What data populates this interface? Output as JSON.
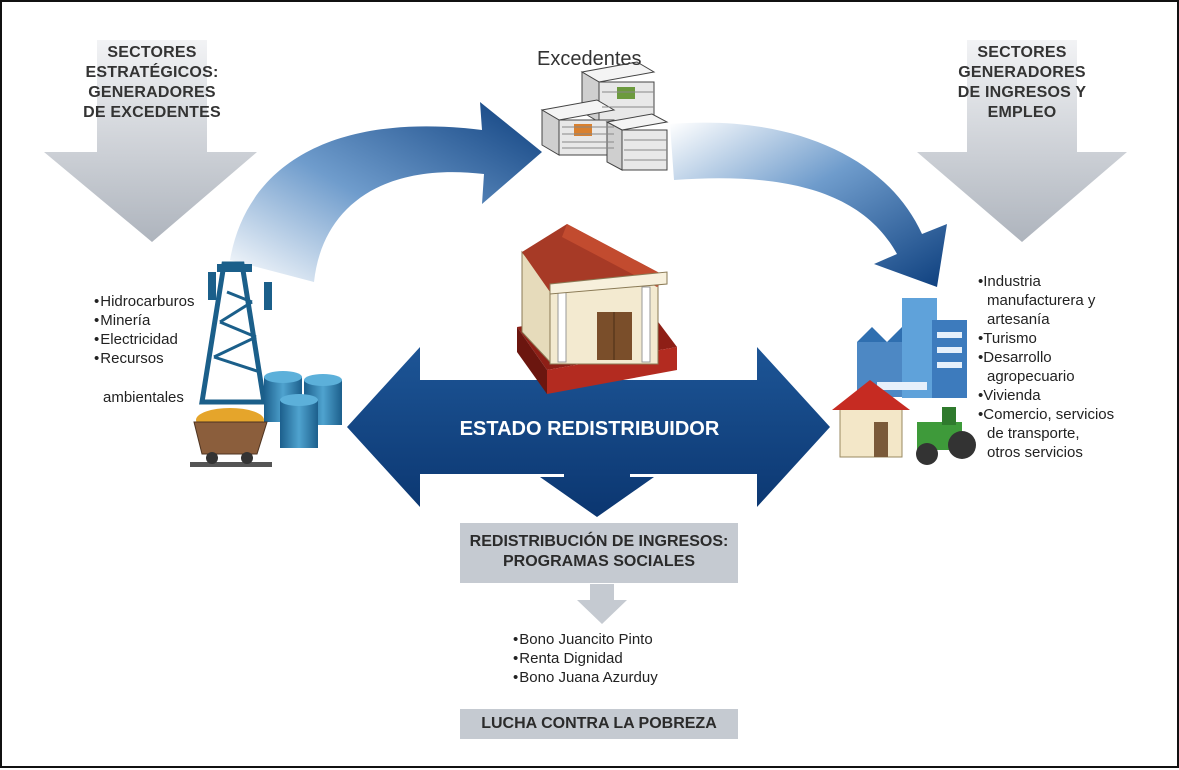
{
  "left_heading": [
    "SECTORES",
    "ESTRATÉGICOS:",
    "GENERADORES",
    "DE EXCEDENTES"
  ],
  "right_heading": [
    "SECTORES",
    "GENERADORES",
    "DE INGRESOS Y",
    "EMPLEO"
  ],
  "top_label": "Excedentes",
  "left_list": [
    "Hidrocarburos",
    "Minería",
    "Electricidad",
    "Recursos",
    "ambientales"
  ],
  "right_list": {
    "industria_1": "Industria",
    "industria_2": "manufacturera y",
    "industria_3": "artesanía",
    "turismo": "Turismo",
    "desarrollo_1": "Desarrollo",
    "desarrollo_2": "agropecuario",
    "vivienda": "Vivienda",
    "comercio_1": "Comercio, servicios",
    "comercio_2": "de transporte,",
    "comercio_3": "otros servicios"
  },
  "center_label": "ESTADO REDISTRIBUIDOR",
  "redistribution_box": [
    "REDISTRIBUCIÓN DE INGRESOS:",
    "PROGRAMAS SOCIALES"
  ],
  "programs": [
    "Bono Juancito Pinto",
    "Renta Dignidad",
    "Bono Juana Azurduy"
  ],
  "bottom_box": "LUCHA CONTRA LA POBREZA",
  "colors": {
    "navy": "#0d3f7e",
    "gray_box": "#c5cad1",
    "roof": "#a3301f"
  }
}
